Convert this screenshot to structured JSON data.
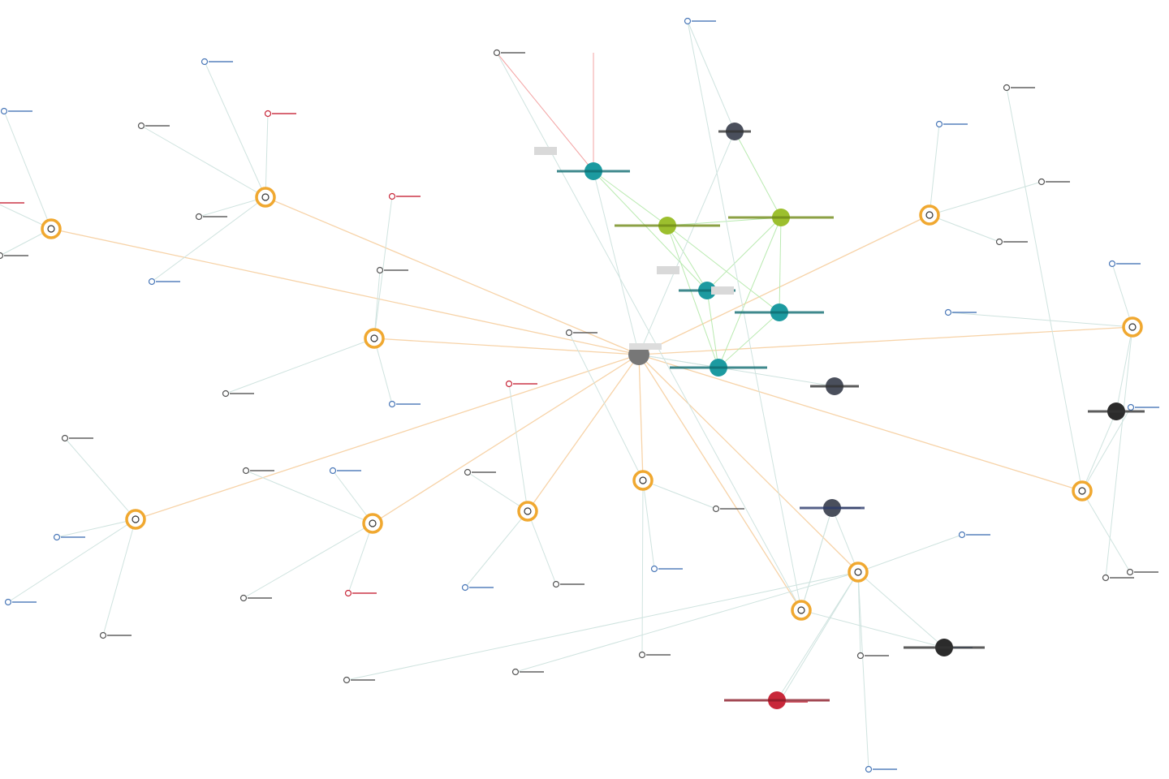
{
  "graph": {
    "colors": {
      "background": "#ffffff",
      "hub_orange": "#f0a830",
      "spoke_line": "#cfe3df",
      "hub_line": "#f7d3a8",
      "green_line": "#b9eab0",
      "red_line": "#f3a3a3",
      "teal": "#1c9aa0",
      "olive": "#9cbf2e",
      "slate": "#4a4f5c",
      "red": "#c8283a",
      "dark": "#2b2b2b",
      "blue_dot": "#4a78b8",
      "label_navy": "#2a3a6a",
      "label_red": "#8b1a28",
      "label_teal": "#0f6c70",
      "label_olive": "#6f8a16",
      "label_dark": "#333333"
    },
    "central_node": {
      "id": "center",
      "icon": "gray-circle-icon"
    },
    "nodes": [
      {
        "id": "h1",
        "type": "hub"
      },
      {
        "id": "h2",
        "type": "hub"
      },
      {
        "id": "h3",
        "type": "hub"
      },
      {
        "id": "h4",
        "type": "hub"
      },
      {
        "id": "h5",
        "type": "hub"
      },
      {
        "id": "h6",
        "type": "hub"
      },
      {
        "id": "h7",
        "type": "hub"
      },
      {
        "id": "h8",
        "type": "hub"
      },
      {
        "id": "h9",
        "type": "hub"
      },
      {
        "id": "h10",
        "type": "hub"
      },
      {
        "id": "h11",
        "type": "hub"
      },
      {
        "id": "h12",
        "type": "hub"
      },
      {
        "id": "h13",
        "type": "hub"
      },
      {
        "id": "h14",
        "type": "hub"
      },
      {
        "id": "t1",
        "type": "teal"
      },
      {
        "id": "t2",
        "type": "teal"
      },
      {
        "id": "t3",
        "type": "teal"
      },
      {
        "id": "t4",
        "type": "teal"
      },
      {
        "id": "o1",
        "type": "olive"
      },
      {
        "id": "o2",
        "type": "olive"
      },
      {
        "id": "s1",
        "type": "slate"
      },
      {
        "id": "s2",
        "type": "slate"
      },
      {
        "id": "s3",
        "type": "slate"
      },
      {
        "id": "r1",
        "type": "red"
      },
      {
        "id": "d1",
        "type": "dark"
      },
      {
        "id": "d2",
        "type": "dark"
      }
    ],
    "leaves": [
      {
        "hub": "h1",
        "color": "navy"
      },
      {
        "hub": "h1",
        "color": "dark"
      },
      {
        "hub": "h1",
        "color": "red"
      },
      {
        "hub": "h2",
        "color": "navy"
      },
      {
        "hub": "h2",
        "color": "red"
      },
      {
        "hub": "h2",
        "color": "dark"
      },
      {
        "hub": "h2",
        "color": "dark"
      },
      {
        "hub": "h2",
        "color": "navy"
      },
      {
        "hub": "h3",
        "color": "red"
      },
      {
        "hub": "h3",
        "color": "dark"
      },
      {
        "hub": "h3",
        "color": "dark"
      },
      {
        "hub": "h3",
        "color": "navy"
      },
      {
        "hub": "h4",
        "color": "dark"
      },
      {
        "hub": "h4",
        "color": "navy"
      },
      {
        "hub": "h4",
        "color": "navy"
      },
      {
        "hub": "h4",
        "color": "dark"
      },
      {
        "hub": "h5",
        "color": "navy"
      },
      {
        "hub": "h5",
        "color": "red"
      },
      {
        "hub": "h5",
        "color": "dark"
      },
      {
        "hub": "h5",
        "color": "dark"
      },
      {
        "hub": "h6",
        "color": "navy"
      },
      {
        "hub": "h6",
        "color": "dark"
      },
      {
        "hub": "h6",
        "color": "red"
      },
      {
        "hub": "h6",
        "color": "dark"
      },
      {
        "hub": "h7",
        "color": "dark"
      },
      {
        "hub": "h7",
        "color": "navy"
      },
      {
        "hub": "h7",
        "color": "dark"
      },
      {
        "hub": "h7",
        "color": "dark"
      },
      {
        "hub": "h8",
        "color": "navy"
      },
      {
        "hub": "h8",
        "color": "dark"
      },
      {
        "hub": "h8",
        "color": "dark"
      },
      {
        "hub": "h9",
        "color": "navy"
      },
      {
        "hub": "h9",
        "color": "navy"
      },
      {
        "hub": "h9",
        "color": "dark"
      },
      {
        "hub": "h10",
        "color": "navy"
      },
      {
        "hub": "h10",
        "color": "dark"
      },
      {
        "hub": "h10",
        "color": "dark"
      },
      {
        "hub": "h11",
        "color": "dark"
      },
      {
        "hub": "h11",
        "color": "navy"
      },
      {
        "hub": "h11",
        "color": "red"
      },
      {
        "hub": "h11",
        "color": "navy"
      },
      {
        "hub": "h12",
        "color": "navy"
      },
      {
        "hub": "h12",
        "color": "dark"
      },
      {
        "hub": "h13",
        "color": "dark"
      },
      {
        "hub": "h13",
        "color": "dark"
      },
      {
        "hub": "h14",
        "color": "navy"
      },
      {
        "hub": "h14",
        "color": "dark"
      }
    ]
  }
}
